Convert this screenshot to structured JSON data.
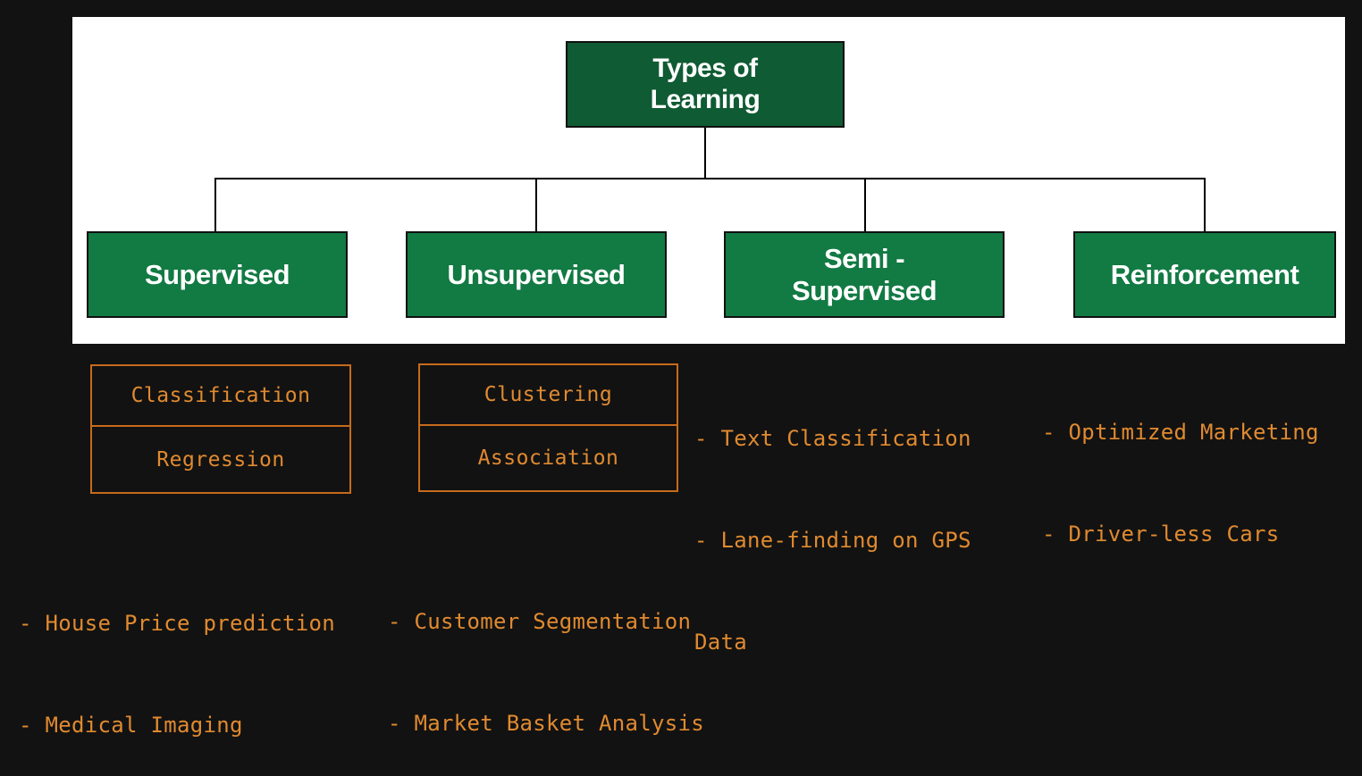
{
  "diagram": {
    "root": {
      "line1": "Types of",
      "line2": "Learning"
    },
    "children": {
      "supervised": "Supervised",
      "unsupervised": "Unsupervised",
      "semi_supervised": {
        "line1": "Semi -",
        "line2": "Supervised"
      },
      "reinforcement": "Reinforcement"
    }
  },
  "annotations": {
    "supervised_box": {
      "top": "Classification",
      "bottom": "Regression"
    },
    "unsupervised_box": {
      "top": "Clustering",
      "bottom": "Association"
    },
    "semi_supervised_notes": {
      "line1": "- Text Classification",
      "line2": "- Lane-finding on GPS",
      "line3": "Data"
    },
    "reinforcement_notes": {
      "line1": "- Optimized Marketing",
      "line2": "- Driver-less Cars"
    },
    "supervised_examples": {
      "line1": "- House Price prediction",
      "line2": "- Medical Imaging"
    },
    "unsupervised_examples": {
      "line1": "- Customer Segmentation",
      "line2": "- Market Basket Analysis"
    }
  },
  "colors": {
    "root_fill": "#0f5b33",
    "node_fill": "#127a43",
    "sketch_stroke": "#c66b1c",
    "sketch_text": "#e08a30",
    "background": "#121212"
  }
}
